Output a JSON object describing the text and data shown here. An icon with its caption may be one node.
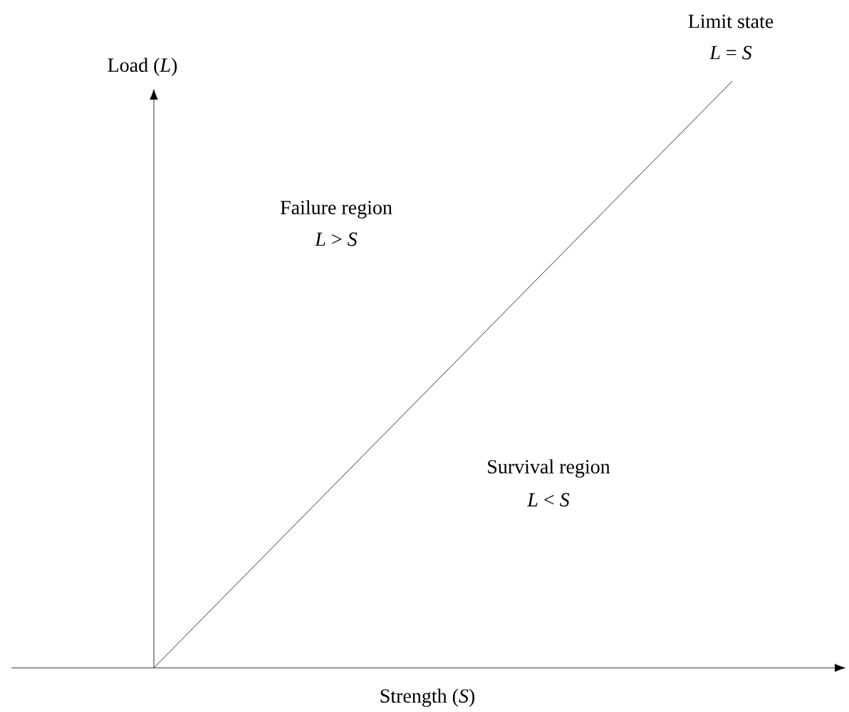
{
  "diagram": {
    "labels": [
      "Limit state",
      "*L* = *S*",
      "Load (*L*)",
      "Failure region",
      "*L* > *S*",
      "Survival region",
      "*L* < *S*",
      "Strength (*S*)"
    ]
  }
}
